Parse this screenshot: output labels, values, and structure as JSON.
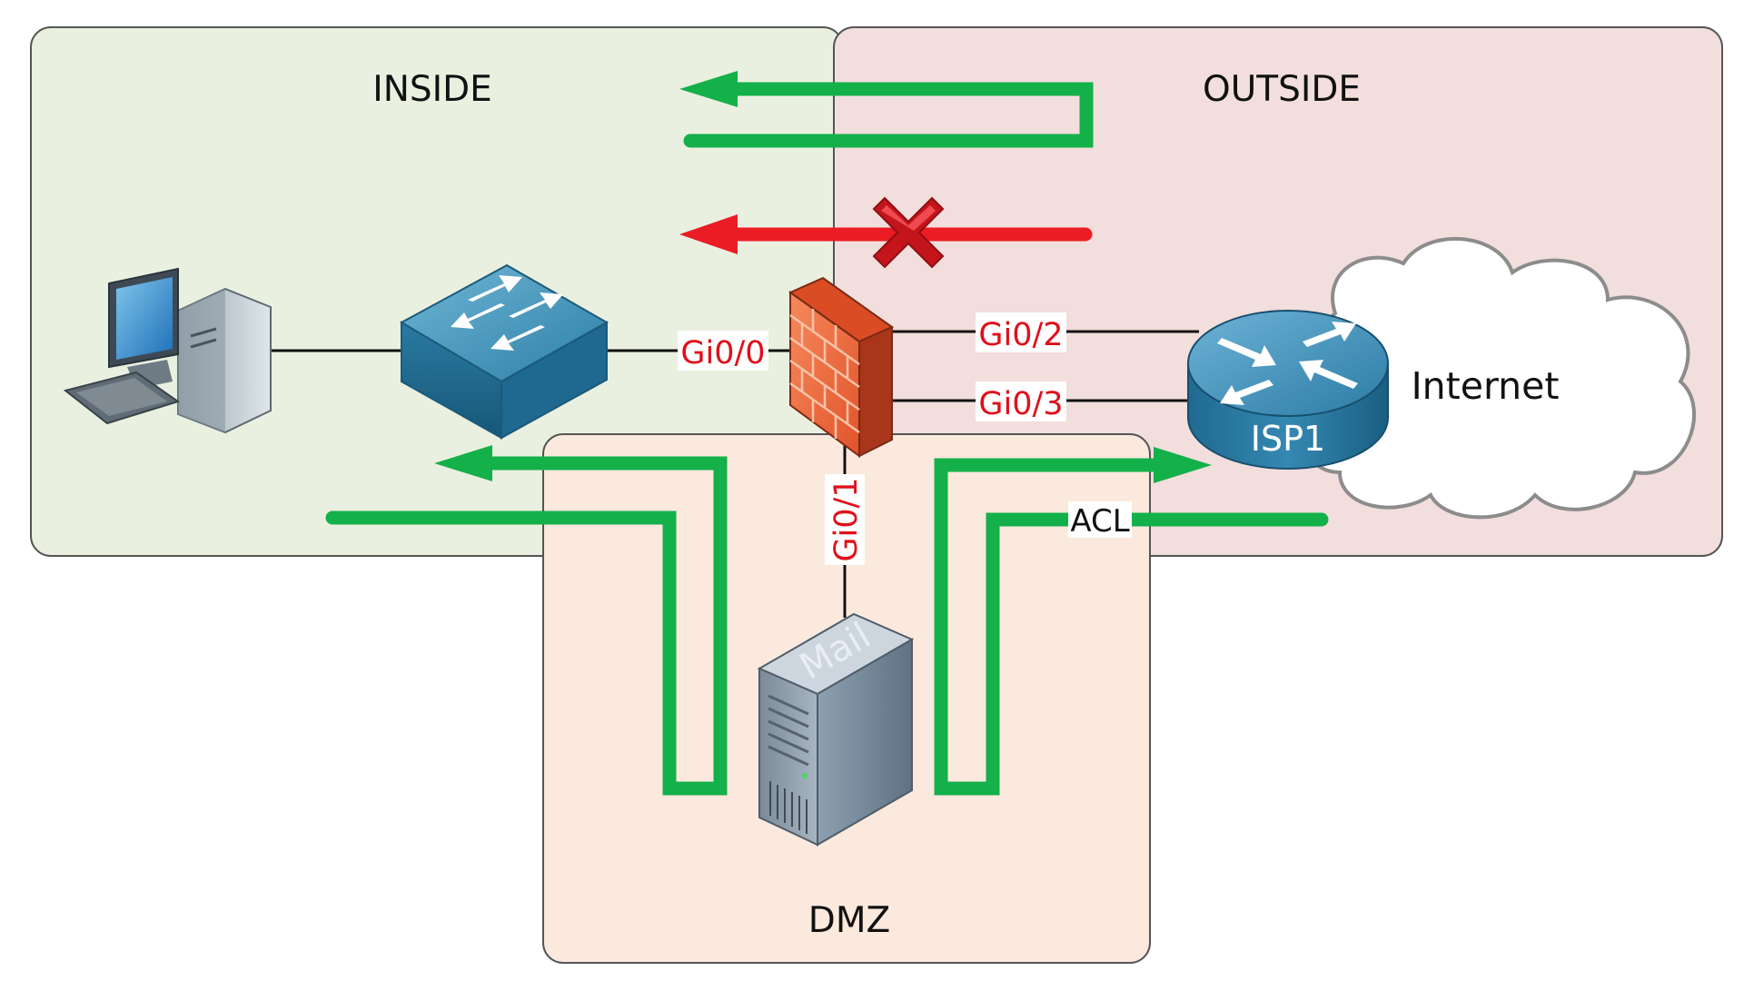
{
  "zones": {
    "inside": "INSIDE",
    "outside": "OUTSIDE",
    "dmz": "DMZ"
  },
  "interfaces": {
    "gi0_0": "Gi0/0",
    "gi0_1": "Gi0/1",
    "gi0_2": "Gi0/2",
    "gi0_3": "Gi0/3"
  },
  "devices": {
    "router_label": "ISP1",
    "server_label": "Mail",
    "cloud_label": "Internet"
  },
  "acl_label": "ACL",
  "colors": {
    "inside_zone": "#eaf0e0",
    "outside_zone": "#f2dedc",
    "dmz_zone": "#fbe9de",
    "allowed_flow": "#14b04a",
    "blocked_flow": "#ec1c24",
    "interface_text": "#e0101b"
  },
  "icons": {
    "pc": "desktop-computer-icon",
    "switch": "switch-icon",
    "firewall": "firewall-icon",
    "router": "router-icon",
    "cloud": "internet-cloud-icon",
    "server": "mail-server-icon",
    "blocked": "red-x-icon"
  }
}
